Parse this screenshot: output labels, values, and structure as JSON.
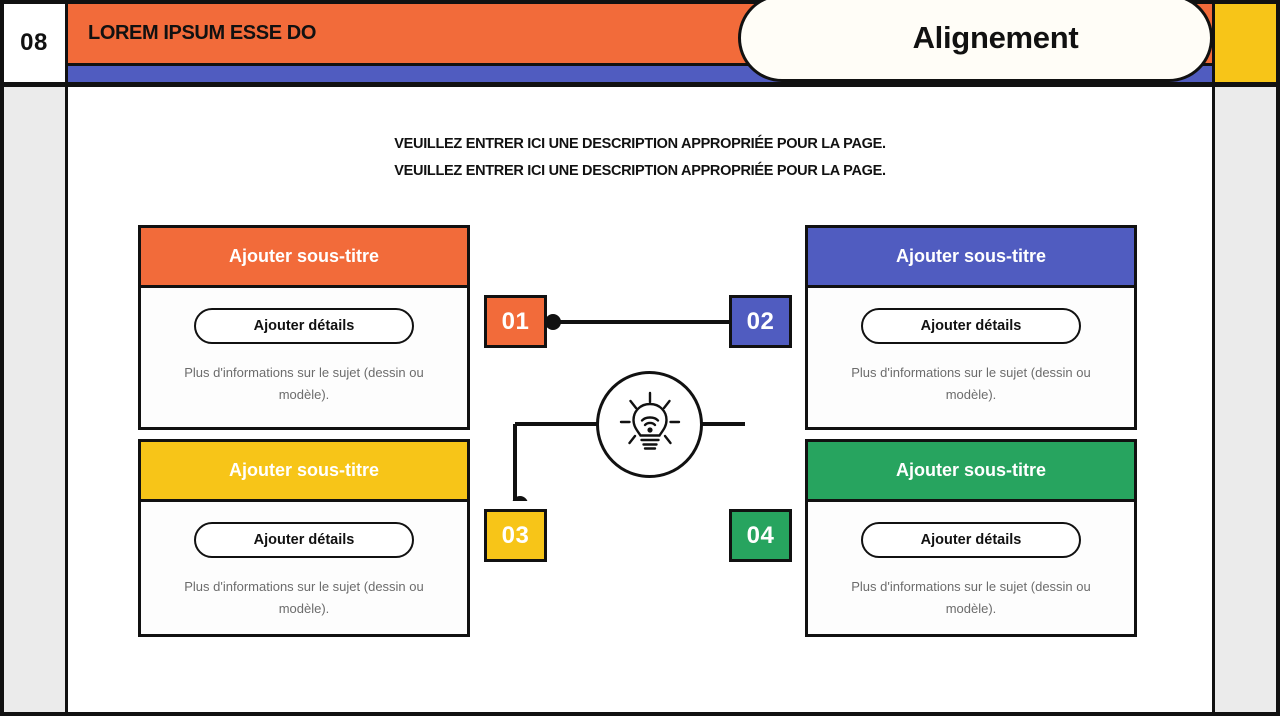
{
  "slide": {
    "page_number": "08",
    "eyebrow_title": "LOREM IPSUM ESSE DO",
    "pill_title": "Alignement",
    "description_line1": "VEUILLEZ ENTRER ICI UNE DESCRIPTION APPROPRIÉE POUR LA PAGE.",
    "description_line2": "VEUILLEZ ENTRER ICI UNE DESCRIPTION APPROPRIÉE POUR LA PAGE."
  },
  "colors": {
    "orange": "#f26b3a",
    "blue": "#505cc0",
    "yellow": "#f7c518",
    "green": "#27a45f",
    "ink": "#111111",
    "panel_gray": "#ebebeb",
    "note_gray": "#6c6c6c"
  },
  "cards": [
    {
      "id": "top-left",
      "accent": "#f26b3a",
      "subtitle": "Ajouter sous-titre",
      "button_label": "Ajouter détails",
      "note": "Plus d'informations sur le sujet (dessin ou modèle)."
    },
    {
      "id": "top-right",
      "accent": "#505cc0",
      "subtitle": "Ajouter sous-titre",
      "button_label": "Ajouter détails",
      "note": "Plus d'informations sur le sujet (dessin ou modèle)."
    },
    {
      "id": "bottom-left",
      "accent": "#f7c518",
      "subtitle": "Ajouter sous-titre",
      "button_label": "Ajouter détails",
      "note": "Plus d'informations sur le sujet (dessin ou modèle)."
    },
    {
      "id": "bottom-right",
      "accent": "#27a45f",
      "subtitle": "Ajouter sous-titre",
      "button_label": "Ajouter détails",
      "note": "Plus d'informations sur le sujet (dessin ou modèle)."
    }
  ],
  "diagram": {
    "center_icon": "lightbulb-wifi-icon",
    "nodes": [
      {
        "label": "01",
        "color": "#f26b3a",
        "position": "top-left"
      },
      {
        "label": "02",
        "color": "#505cc0",
        "position": "top-right"
      },
      {
        "label": "03",
        "color": "#f7c518",
        "position": "bottom-left"
      },
      {
        "label": "04",
        "color": "#27a45f",
        "position": "bottom-right"
      }
    ]
  }
}
